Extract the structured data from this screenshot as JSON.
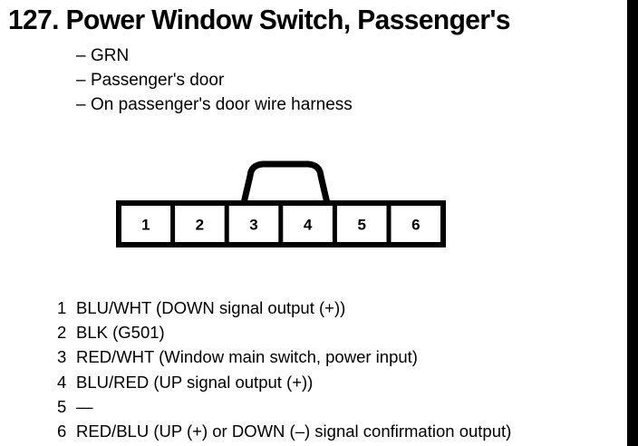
{
  "page": {
    "title": "127. Power Window Switch, Passenger's",
    "background_color": "#ffffff",
    "ink_color": "#000000"
  },
  "notes": {
    "dash": "–",
    "items": [
      "GRN",
      "Passenger's door",
      "On passenger's door wire harness"
    ]
  },
  "connector": {
    "cavity_count": 6,
    "cavity_labels": [
      "1",
      "2",
      "3",
      "4",
      "5",
      "6"
    ],
    "has_locking_tab": true,
    "tab_position": "top-center"
  },
  "pins": [
    {
      "number": "1",
      "description": "BLU/WHT (DOWN signal output (+))"
    },
    {
      "number": "2",
      "description": "BLK (G501)"
    },
    {
      "number": "3",
      "description": "RED/WHT (Window main switch, power input)"
    },
    {
      "number": "4",
      "description": "BLU/RED (UP signal output (+))"
    },
    {
      "number": "5",
      "description": "—"
    },
    {
      "number": "6",
      "description": "RED/BLU (UP (+) or DOWN (–) signal confirmation output)"
    }
  ]
}
